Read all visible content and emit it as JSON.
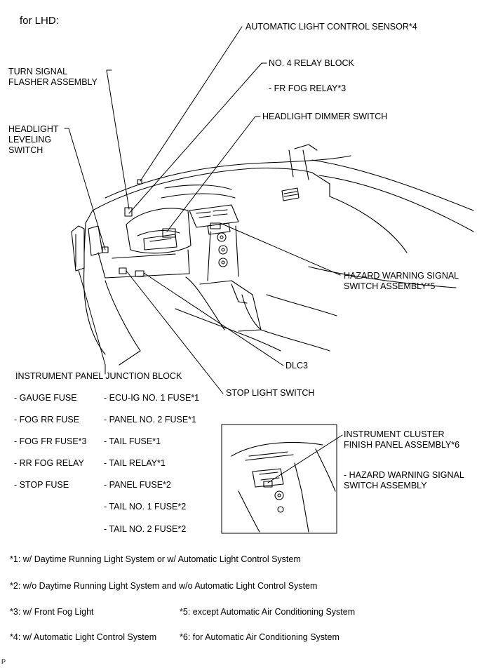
{
  "title": "for LHD:",
  "labels": {
    "auto_light_sensor": "AUTOMATIC LIGHT CONTROL SENSOR*4",
    "relay_block": "NO. 4 RELAY BLOCK",
    "relay_block_sub": "- FR FOG RELAY*3",
    "turn_signal": "TURN SIGNAL\nFLASHER ASSEMBLY",
    "dimmer_switch": "HEADLIGHT DIMMER SWITCH",
    "leveling_switch": "HEADLIGHT\nLEVELING\nSWITCH",
    "hazard_switch": "HAZARD WARNING SIGNAL\nSWITCH ASSEMBLY*5",
    "dlc3": "DLC3",
    "stop_light_switch": "STOP LIGHT SWITCH",
    "junction_block": "INSTRUMENT PANEL JUNCTION BLOCK",
    "cluster_panel": "INSTRUMENT CLUSTER\nFINISH PANEL ASSEMBLY*6",
    "cluster_panel_sub": "- HAZARD WARNING SIGNAL\nSWITCH ASSEMBLY"
  },
  "junction_left": [
    "- GAUGE FUSE",
    "- FOG RR FUSE",
    "- FOG FR FUSE*3",
    "- RR FOG RELAY",
    "- STOP FUSE"
  ],
  "junction_right": [
    "- ECU-IG NO. 1 FUSE*1",
    "- PANEL NO. 2 FUSE*1",
    "- TAIL FUSE*1",
    "- TAIL RELAY*1",
    "- PANEL FUSE*2",
    "- TAIL NO. 1 FUSE*2",
    "- TAIL NO. 2 FUSE*2"
  ],
  "footnotes": {
    "n1": "*1: w/ Daytime Running Light System or w/ Automatic Light Control System",
    "n2": "*2: w/o Daytime Running Light System and w/o Automatic Light Control System",
    "n3": "*3: w/ Front Fog Light",
    "n4": "*4: w/ Automatic Light Control System",
    "n5": "*5: except Automatic Air Conditioning System",
    "n6": "*6: for Automatic Air Conditioning System"
  },
  "figure_code": "P"
}
